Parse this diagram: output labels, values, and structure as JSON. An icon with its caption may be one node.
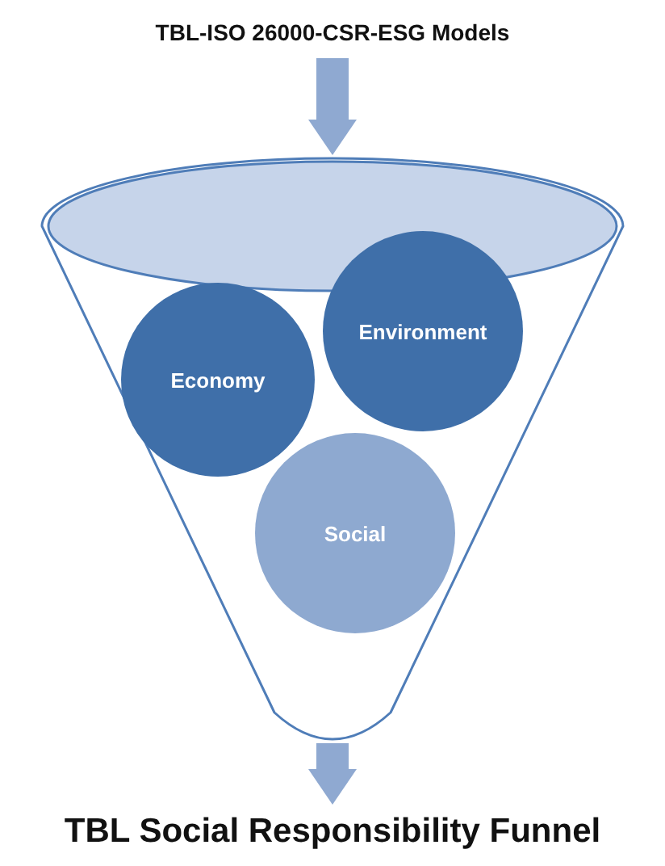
{
  "diagram": {
    "nodes": [
      {
        "text": [
          "TBL-ISO 26000-CSR-ESG Models"
        ]
      },
      {
        "text": [],
        "shape": "funnel"
      },
      {
        "text": [
          "Economy"
        ],
        "in": 1
      },
      {
        "text": [
          "Environment"
        ],
        "in": 1
      },
      {
        "text": [
          "Social"
        ],
        "in": 1
      },
      {
        "text": [
          "TBL Social Responsibility Funnel"
        ]
      }
    ],
    "edges": [
      {
        "from": 0,
        "to": 1,
        "arrow": "to"
      },
      {
        "from": 1,
        "to": 5,
        "arrow": "to"
      }
    ]
  }
}
